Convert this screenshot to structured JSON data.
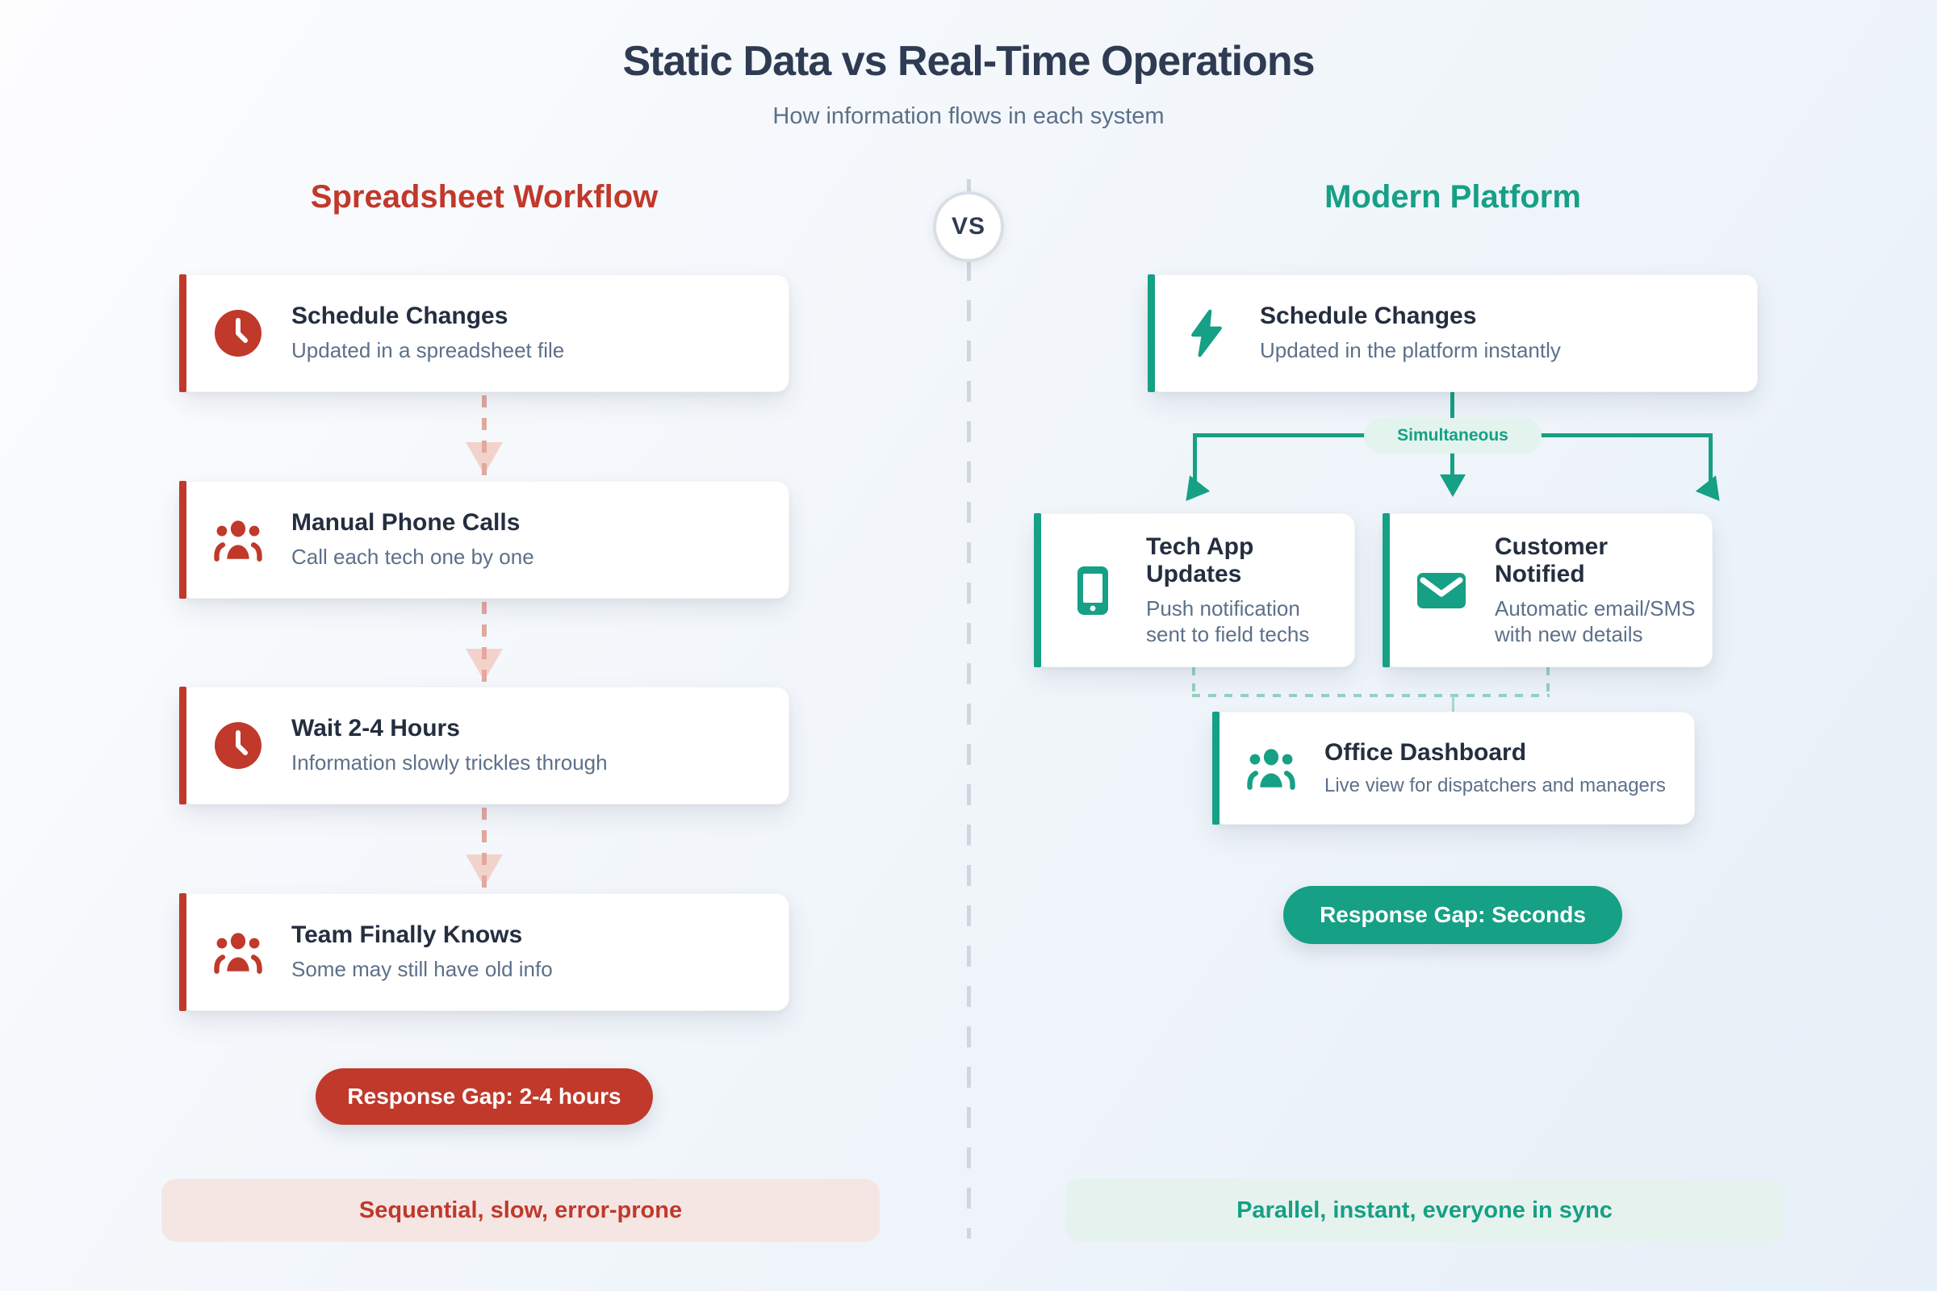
{
  "header": {
    "title": "Static Data vs Real-Time Operations",
    "subtitle": "How information flows in each system"
  },
  "vs_label": "VS",
  "colors": {
    "red": "#c0392b",
    "red_arrow": "#e3a89e",
    "red_arrowhead": "#f2d3cc",
    "red_soft_banner": "#f5e6e4",
    "green": "#16a085",
    "green_soft_badge": "#e3f3ed",
    "green_soft_banner": "#e6f2ee",
    "green_dashed": "#93d2c2",
    "title_dark": "#2e3b52",
    "muted": "#5d7089",
    "divider": "#cfd6df"
  },
  "left": {
    "heading": "Spreadsheet Workflow",
    "cards": [
      {
        "icon": "clock-icon",
        "title": "Schedule Changes",
        "subtitle": "Updated in a spreadsheet file"
      },
      {
        "icon": "team-icon",
        "title": "Manual Phone Calls",
        "subtitle": "Call each tech one by one"
      },
      {
        "icon": "clock-icon",
        "title": "Wait 2-4 Hours",
        "subtitle": "Information slowly trickles through"
      },
      {
        "icon": "team-icon",
        "title": "Team Finally Knows",
        "subtitle": "Some may still have old info"
      }
    ],
    "response_pill": "Response Gap: 2-4 hours",
    "banner": "Sequential, slow, error-prone"
  },
  "right": {
    "heading": "Modern Platform",
    "badge": "Simultaneous",
    "cards": [
      {
        "icon": "lightning-bolt-icon",
        "title": "Schedule Changes",
        "subtitle": "Updated in the platform instantly"
      },
      {
        "icon": "smartphone-icon",
        "title": "Tech App Updates",
        "subtitle_lines": [
          "Push notification",
          "sent to field techs"
        ]
      },
      {
        "icon": "envelope-icon",
        "title": "Customer Notified",
        "subtitle_lines": [
          "Automatic email/SMS",
          "with new details"
        ]
      },
      {
        "icon": "team-icon",
        "title": "Office Dashboard",
        "subtitle": "Live view for dispatchers and managers"
      }
    ],
    "response_pill": "Response Gap: Seconds",
    "banner": "Parallel, instant, everyone in sync"
  }
}
